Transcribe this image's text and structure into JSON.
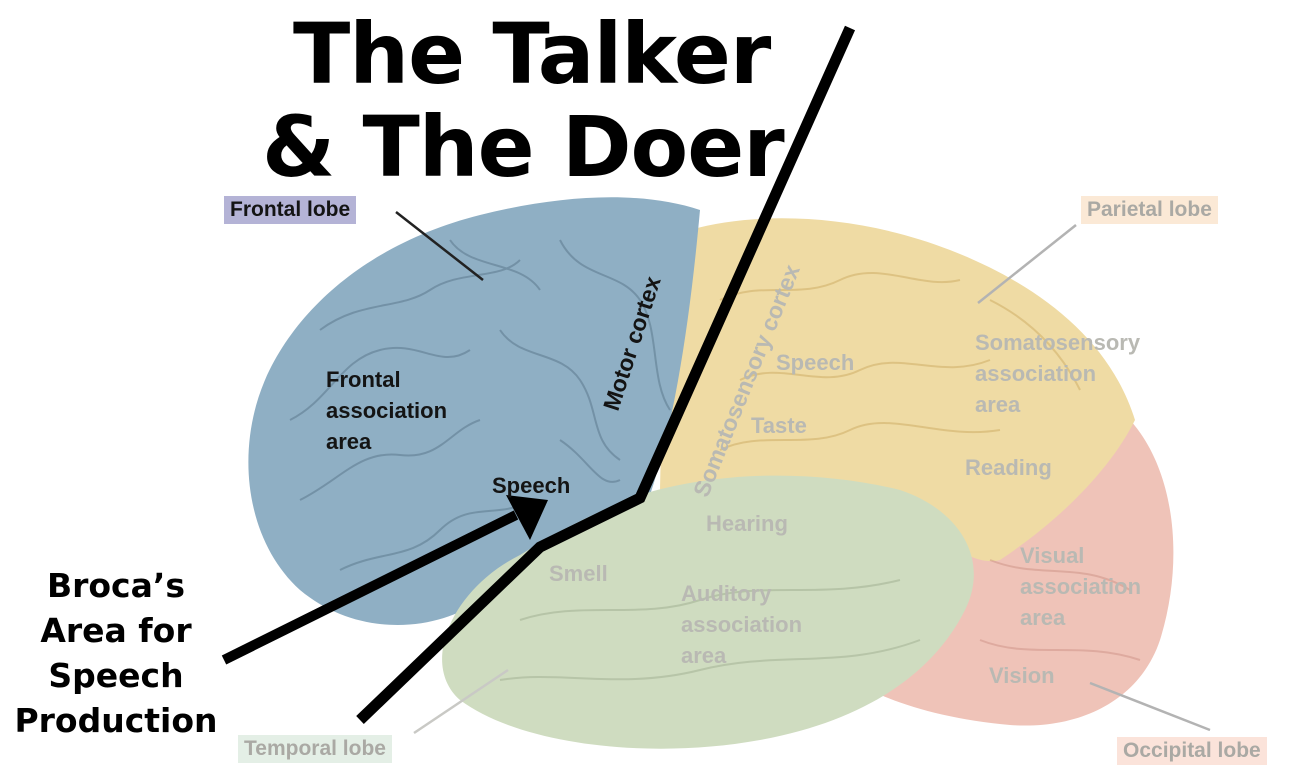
{
  "title": {
    "line1": "The Talker",
    "line2": "& The Doer"
  },
  "lobes": {
    "frontal": "Frontal lobe",
    "parietal": "Parietal lobe",
    "temporal": "Temporal lobe",
    "occipital": "Occipital lobe"
  },
  "areas": {
    "motor_cortex": "Motor cortex",
    "somatosensory_cortex": "Somatosensory cortex",
    "frontal_association": [
      "Frontal",
      "association",
      "area"
    ],
    "speech_frontal": "Speech",
    "speech_parietal": "Speech",
    "taste": "Taste",
    "somatosensory_association": [
      "Somatosensory",
      "association",
      "area"
    ],
    "reading": "Reading",
    "hearing": "Hearing",
    "smell": "Smell",
    "auditory_association": [
      "Auditory",
      "association",
      "area"
    ],
    "visual_association": [
      "Visual",
      "association",
      "area"
    ],
    "vision": "Vision"
  },
  "annotation": [
    "Broca’s",
    "Area for",
    "Speech",
    "Production"
  ],
  "colors": {
    "frontal": "#8fafc4",
    "parietal": "#efdba4",
    "temporal": "#cfdcc0",
    "occipital": "#efc3b8",
    "frontal_label_bg": "#b4b3d6",
    "parietal_label_bg": "#fbe9d6",
    "temporal_label_bg": "#e4efe6",
    "occipital_label_bg": "#fbe3da"
  }
}
